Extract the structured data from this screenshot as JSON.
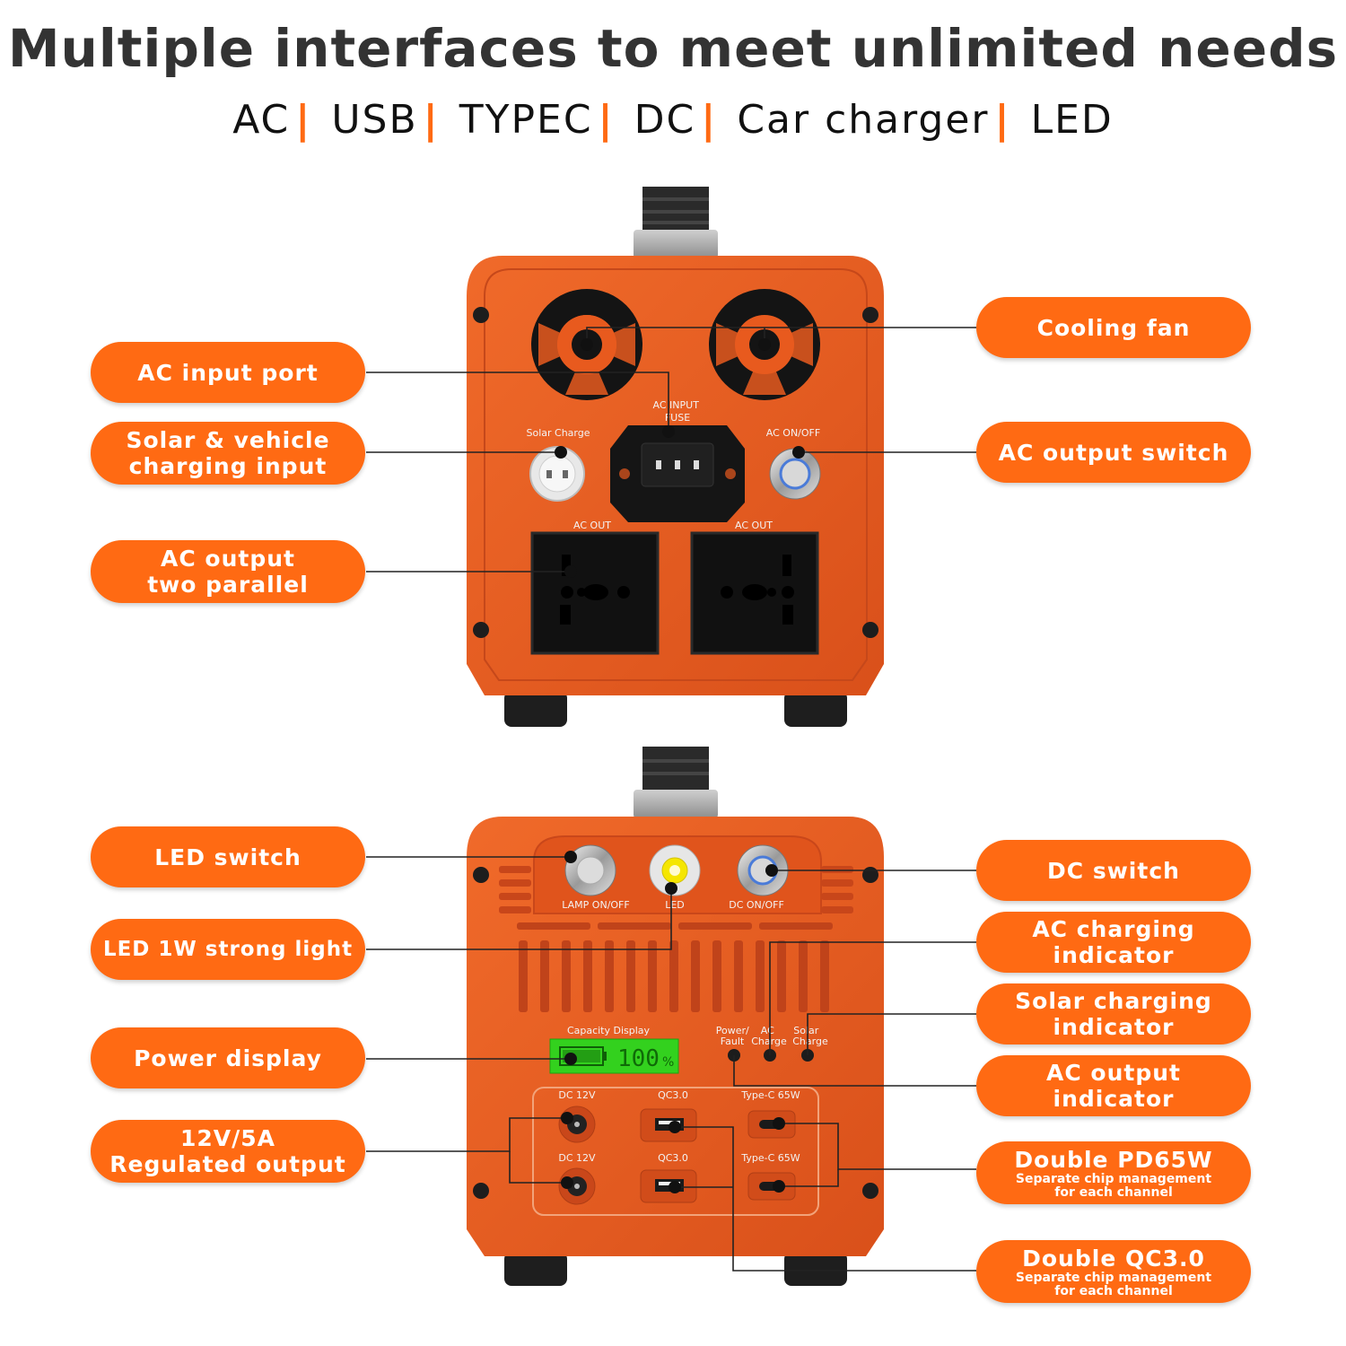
{
  "header": {
    "title": "Multiple interfaces to meet unlimited needs",
    "subtitle_items": [
      "AC",
      "USB",
      "TYPEC",
      "DC",
      "Car charger",
      "LED"
    ]
  },
  "colors": {
    "accent": "#ff6a13",
    "body": "#e85a1e",
    "panel": "#111111"
  },
  "top_panel": {
    "labels": {
      "ac_input_fuse": "AC INPUT\nFUSE",
      "solar_charge": "Solar  Charge",
      "ac_onoff": "AC  ON/OFF",
      "ac_out_left": "AC  OUT",
      "ac_out_right": "AC  OUT"
    }
  },
  "bottom_panel": {
    "labels": {
      "lamp_onoff": "LAMP  ON/OFF",
      "led": "LED",
      "dc_onoff": "DC  ON/OFF",
      "capacity_display": "Capacity  Display",
      "power_fault": "Power/\nFault",
      "ac_charge": "AC\nCharge",
      "solar_charge": "Solar\nCharge",
      "capacity_value": "100",
      "capacity_unit": "%",
      "dc_12v_top": "DC  12V",
      "dc_12v_bottom": "DC  12V",
      "qc_top": "QC3.0",
      "qc_bottom": "QC3.0",
      "typec_top": "Type-C  65W",
      "typec_bottom": "Type-C  65W"
    }
  },
  "callouts": {
    "cooling_fan": {
      "title": "Cooling fan"
    },
    "ac_input_port": {
      "title": "AC input port"
    },
    "solar_vehicle_input": {
      "title": "Solar & vehicle\ncharging input"
    },
    "ac_output_switch": {
      "title": "AC output switch"
    },
    "ac_output_parallel": {
      "title": "AC output\ntwo parallel"
    },
    "led_switch": {
      "title": "LED switch"
    },
    "led_strong_light": {
      "title": "LED  1W  strong light"
    },
    "power_display": {
      "title": "Power display"
    },
    "regulated_output": {
      "title": "12V/5A\nRegulated output"
    },
    "dc_switch": {
      "title": "DC switch"
    },
    "ac_charging_indicator": {
      "title": "AC charging\nindicator"
    },
    "solar_charging_indicator": {
      "title": "Solar charging\nindicator"
    },
    "ac_output_indicator": {
      "title": "AC output\nindicator"
    },
    "double_pd65w": {
      "title": "Double PD65W",
      "subtitle": "Separate chip management\nfor each channel"
    },
    "double_qc30": {
      "title": "Double QC3.0",
      "subtitle": "Separate chip management\nfor each channel"
    }
  }
}
